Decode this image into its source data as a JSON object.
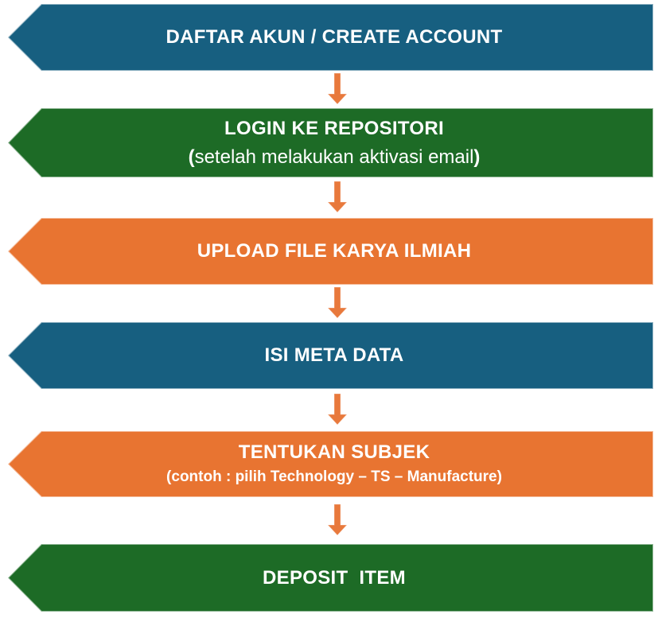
{
  "colors": {
    "blue": "#175F80",
    "green": "#1D6B26",
    "orange": "#E87431",
    "arrow": "#E8793C",
    "text": "#FFFFFF"
  },
  "steps": [
    {
      "title": "DAFTAR AKUN / CREATE ACCOUNT",
      "color": "blue"
    },
    {
      "title": "LOGIN KE REPOSITORI",
      "subtitle_open": "(",
      "subtitle": "setelah melakukan aktivasi email",
      "subtitle_close": ")",
      "color": "green"
    },
    {
      "title": "UPLOAD FILE KARYA ILMIAH",
      "color": "orange"
    },
    {
      "title": "ISI META DATA",
      "color": "blue"
    },
    {
      "title": "TENTUKAN SUBJEK",
      "subtitle_bold": "(contoh : pilih Technology – TS – Manufacture)",
      "color": "orange"
    },
    {
      "title": "DEPOSIT  ITEM",
      "color": "green"
    }
  ]
}
